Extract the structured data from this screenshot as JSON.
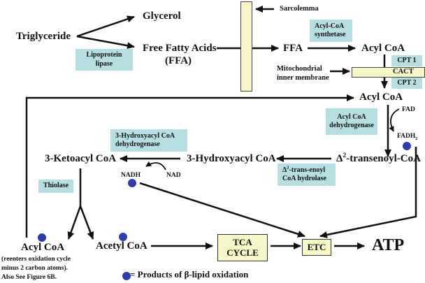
{
  "title": "Beta-oxidation of fatty acids pathway",
  "nodes": {
    "triglyceride": "Triglyceride",
    "glycerol": "Glycerol",
    "ffa_line1": "Free Fatty Acids",
    "ffa_line2": "(FFA)",
    "ffa": "FFA",
    "acyl_coa_cytosol": "Acyl CoA",
    "acyl_coa_matrix": "Acyl CoA",
    "transenoyl_prefix": "Δ",
    "transenoyl_sup": "2",
    "transenoyl_rest": "-transenoyl-CoA",
    "hydroxyacyl_coa": "3-Hydroxyacyl CoA",
    "ketoacyl_coa": "3-Ketoacyl CoA",
    "acyl_coa_reenter": "Acyl CoA",
    "acyl_coa_note_1": "(reenters oxidation cycle",
    "acyl_coa_note_2": "minus 2 carbon atoms).",
    "acyl_coa_note_3": "Also See Figure 6B.",
    "acetyl_coa": "Acetyl CoA",
    "tca_line1": "TCA",
    "tca_line2": "CYCLE",
    "etc": "ETC",
    "atp": "ATP"
  },
  "cofactors": {
    "fad": "FAD",
    "fadh2_base": "FADH",
    "fadh2_sub": "2",
    "nad": "NAD",
    "nadh": "NADH"
  },
  "enzymes": {
    "lipoprotein_lipase": [
      "Lipoprotein",
      "lipase"
    ],
    "acyl_coa_synthetase": [
      "Acyl-CoA",
      "synthetase"
    ],
    "cpt1": "CPT 1",
    "cact": "CACT",
    "cpt2": "CPT 2",
    "acyl_coa_dehydrogenase": [
      "Acyl CoA",
      "dehydrogenase"
    ],
    "enoyl_hydrolase_prefix": "Δ",
    "enoyl_hydrolase_sup": "2",
    "enoyl_hydrolase_line1_rest": "-trans-enoyl",
    "enoyl_hydrolase_line2": "CoA hydrolase",
    "hydroxyacyl_dehydrogenase": [
      "3-Hydroxyacyl CoA",
      "dehydrogenase"
    ],
    "thiolase": "Thiolase"
  },
  "labels": {
    "sarcolemma": "Sarcolemma",
    "mito_membrane_line1": "Mitochondrial",
    "mito_membrane_line2": "inner membrane"
  },
  "legend": {
    "text": "= Products of β-lipid oxidation"
  },
  "colors": {
    "enzyme_box": "#b7dfe2",
    "membrane": "#f5f6c8",
    "product_dot": "#2f3da8",
    "arrow": "#111111"
  }
}
